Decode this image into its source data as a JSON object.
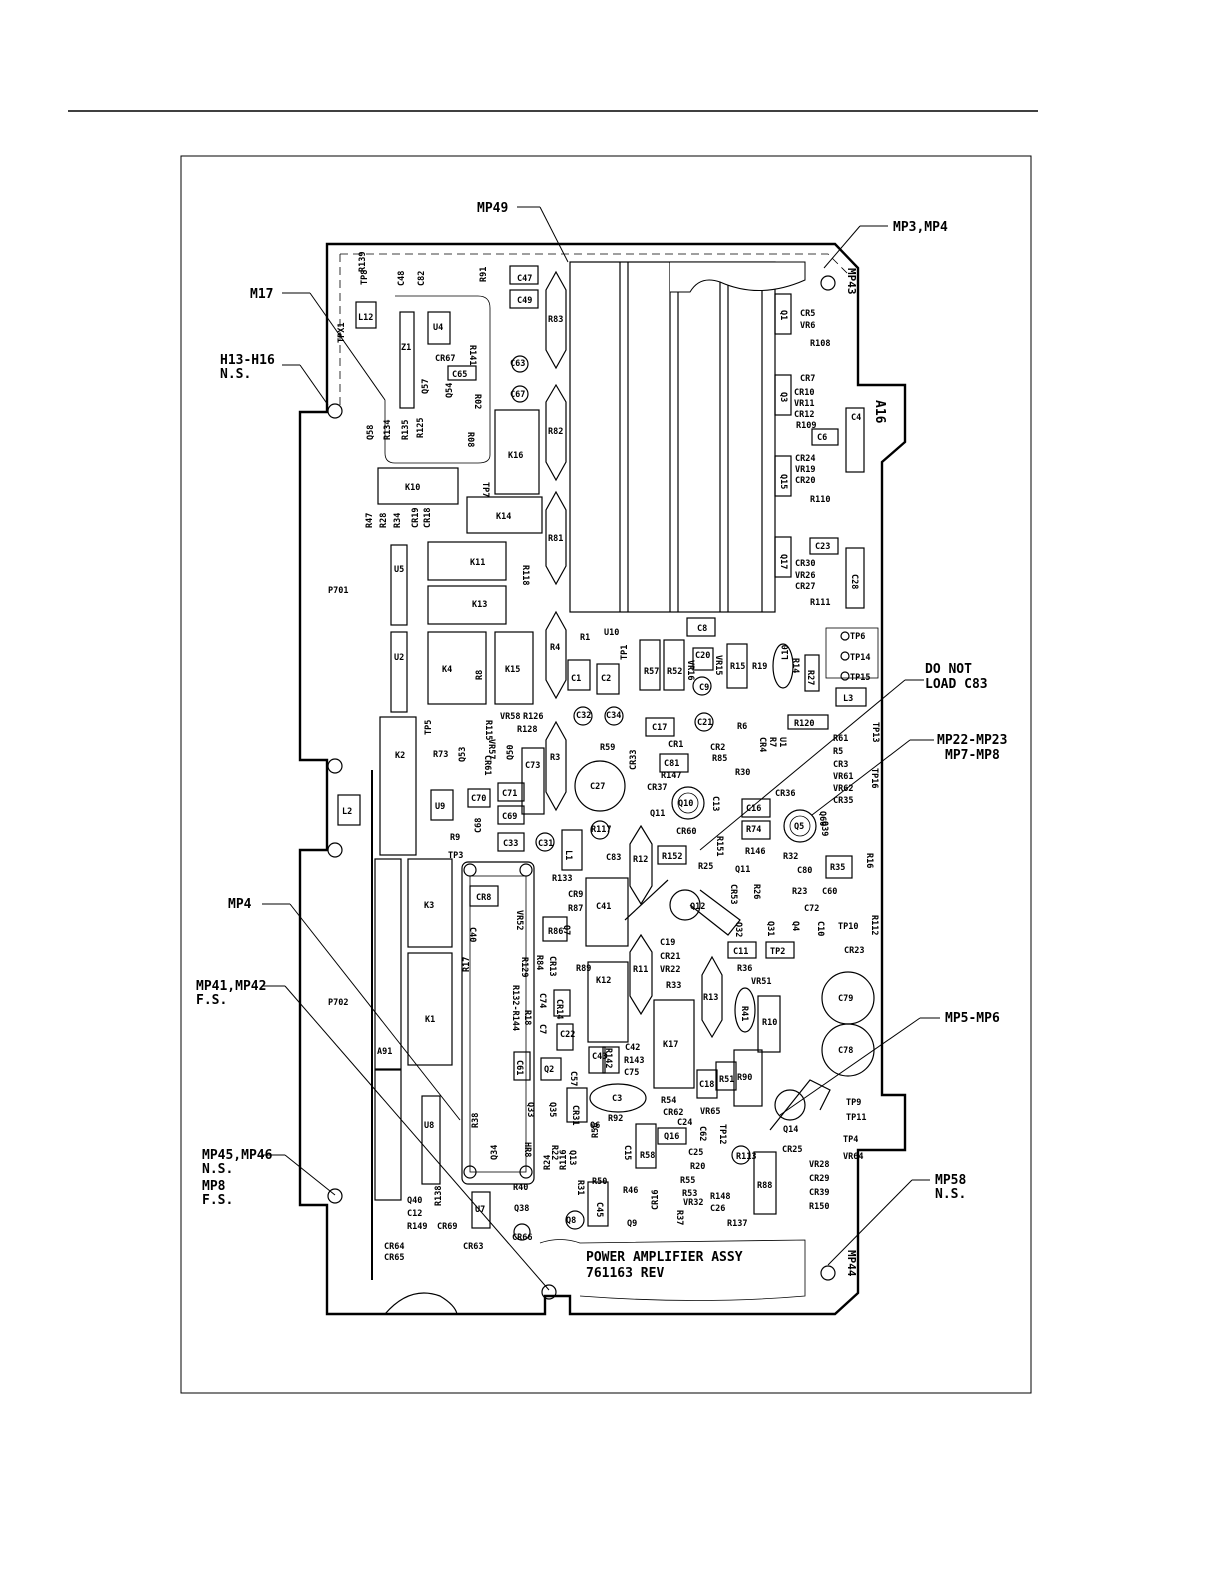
{
  "board": {
    "title_line1": "POWER AMPLIFIER ASSY",
    "title_line2": "761163 REV",
    "board_id": "A16"
  },
  "callouts": {
    "mp49": "MP49",
    "mp3_mp4": "MP3,MP4",
    "m17": "M17",
    "h13_h16": "H13-H16",
    "h13_h16_note": "N.S.",
    "do_not_load_1": "DO NOT",
    "do_not_load_2": "LOAD C83",
    "mp22_mp23": "MP22-MP23",
    "mp7_mp8": "MP7-MP8",
    "mp4": "MP4",
    "mp41_mp42": "MP41,MP42",
    "mp41_mp42_note": "F.S.",
    "mp5_mp6": "MP5-MP6",
    "mp45_mp46": "MP45,MP46",
    "mp45_mp46_note": "N.S.",
    "mp8": "MP8",
    "mp8_note": "F.S.",
    "mp58": "MP58",
    "mp58_note": "N.S."
  },
  "edge_labels": {
    "mp43": "MP43",
    "mp44": "MP44",
    "p701": "P701",
    "p702": "P702"
  },
  "blocks": {
    "k1": "K1",
    "k2": "K2",
    "k3": "K3",
    "k4": "K4",
    "k10": "K10",
    "k11": "K11",
    "k12": "K12",
    "k13": "K13",
    "k14": "K14",
    "k15": "K15",
    "k16": "K16",
    "k17": "K17",
    "u2": "U2",
    "u4": "U4",
    "u5": "U5",
    "u7": "U7",
    "u8": "U8",
    "u9": "U9",
    "z1": "Z1",
    "a91": "A91",
    "l1": "L1",
    "l2": "L2",
    "l3": "L3",
    "l12": "L12",
    "c27": "C27",
    "c79": "C79",
    "c78": "C78",
    "c3": "C3",
    "c41": "C41",
    "q10": "Q10",
    "q5": "Q5",
    "q12": "Q12",
    "q14": "Q14",
    "r83": "R83",
    "r82": "R82",
    "r81": "R81",
    "r4": "R4",
    "r3": "R3",
    "r12": "R12",
    "r11": "R11",
    "r13": "R13"
  },
  "refs": [
    {
      "t": "R139"
    },
    {
      "t": "TP8"
    },
    {
      "t": "C48"
    },
    {
      "t": "C82"
    },
    {
      "t": "R91"
    },
    {
      "t": "C47"
    },
    {
      "t": "C49"
    },
    {
      "t": "TPX1"
    },
    {
      "t": "R141"
    },
    {
      "t": "CR67"
    },
    {
      "t": "C65"
    },
    {
      "t": "C63"
    },
    {
      "t": "C67"
    },
    {
      "t": "Q57"
    },
    {
      "t": "Q54"
    },
    {
      "t": "R02"
    },
    {
      "t": "R134"
    },
    {
      "t": "R135"
    },
    {
      "t": "R125"
    },
    {
      "t": "R08"
    },
    {
      "t": "Q58"
    },
    {
      "t": "TP7"
    },
    {
      "t": "R47"
    },
    {
      "t": "R28"
    },
    {
      "t": "R34"
    },
    {
      "t": "CR19"
    },
    {
      "t": "CR18"
    },
    {
      "t": "R118"
    },
    {
      "t": "Q1"
    },
    {
      "t": "CR5"
    },
    {
      "t": "VR6"
    },
    {
      "t": "R108"
    },
    {
      "t": "CR7"
    },
    {
      "t": "Q3"
    },
    {
      "t": "CR10"
    },
    {
      "t": "VR11"
    },
    {
      "t": "CR12"
    },
    {
      "t": "R109"
    },
    {
      "t": "C6"
    },
    {
      "t": "C4"
    },
    {
      "t": "Q15"
    },
    {
      "t": "CR24"
    },
    {
      "t": "VR19"
    },
    {
      "t": "CR20"
    },
    {
      "t": "R110"
    },
    {
      "t": "Q17"
    },
    {
      "t": "C23"
    },
    {
      "t": "CR30"
    },
    {
      "t": "VR26"
    },
    {
      "t": "CR27"
    },
    {
      "t": "C28"
    },
    {
      "t": "R111"
    },
    {
      "t": "C8"
    },
    {
      "t": "R1"
    },
    {
      "t": "U10"
    },
    {
      "t": "C1"
    },
    {
      "t": "C2"
    },
    {
      "t": "TP1"
    },
    {
      "t": "R57"
    },
    {
      "t": "R52"
    },
    {
      "t": "VR16"
    },
    {
      "t": "C20"
    },
    {
      "t": "VR15"
    },
    {
      "t": "C9"
    },
    {
      "t": "R15"
    },
    {
      "t": "R19"
    },
    {
      "t": "L10"
    },
    {
      "t": "R14"
    },
    {
      "t": "R27"
    },
    {
      "t": "TP6"
    },
    {
      "t": "TP14"
    },
    {
      "t": "TP15"
    },
    {
      "t": "R8"
    },
    {
      "t": "VR58"
    },
    {
      "t": "R126"
    },
    {
      "t": "R128"
    },
    {
      "t": "C32"
    },
    {
      "t": "C34"
    },
    {
      "t": "C21"
    },
    {
      "t": "C17"
    },
    {
      "t": "R6"
    },
    {
      "t": "CR4"
    },
    {
      "t": "R7"
    },
    {
      "t": "U1"
    },
    {
      "t": "R120"
    },
    {
      "t": "TP13"
    },
    {
      "t": "R115"
    },
    {
      "t": "TP5"
    },
    {
      "t": "R73"
    },
    {
      "t": "VR57"
    },
    {
      "t": "CR61"
    },
    {
      "t": "Q53"
    },
    {
      "t": "Q50"
    },
    {
      "t": "C73"
    },
    {
      "t": "R59"
    },
    {
      "t": "CR1"
    },
    {
      "t": "CR2"
    },
    {
      "t": "R85"
    },
    {
      "t": "C81"
    },
    {
      "t": "CR33"
    },
    {
      "t": "R147"
    },
    {
      "t": "R30"
    },
    {
      "t": "R61"
    },
    {
      "t": "R5"
    },
    {
      "t": "CR3"
    },
    {
      "t": "VR61"
    },
    {
      "t": "VR62"
    },
    {
      "t": "CR35"
    },
    {
      "t": "TP16"
    },
    {
      "t": "C70"
    },
    {
      "t": "C71"
    },
    {
      "t": "C69"
    },
    {
      "t": "CR36"
    },
    {
      "t": "CR37"
    },
    {
      "t": "Q11"
    },
    {
      "t": "C13"
    },
    {
      "t": "C16"
    },
    {
      "t": "R74"
    },
    {
      "t": "Q60"
    },
    {
      "t": "Q39"
    },
    {
      "t": "C68"
    },
    {
      "t": "C33"
    },
    {
      "t": "C31"
    },
    {
      "t": "R117"
    },
    {
      "t": "R9"
    },
    {
      "t": "TP3"
    },
    {
      "t": "C83"
    },
    {
      "t": "R152"
    },
    {
      "t": "CR60"
    },
    {
      "t": "R151"
    },
    {
      "t": "R146"
    },
    {
      "t": "R32"
    },
    {
      "t": "C80"
    },
    {
      "t": "R35"
    },
    {
      "t": "R16"
    },
    {
      "t": "R133"
    },
    {
      "t": "R25"
    },
    {
      "t": "Q11"
    },
    {
      "t": "CR53"
    },
    {
      "t": "R26"
    },
    {
      "t": "R23"
    },
    {
      "t": "C60"
    },
    {
      "t": "CR8"
    },
    {
      "t": "CR9"
    },
    {
      "t": "R87"
    },
    {
      "t": "C72"
    },
    {
      "t": "VR52"
    },
    {
      "t": "C40"
    },
    {
      "t": "R86"
    },
    {
      "t": "Q7"
    },
    {
      "t": "Q32"
    },
    {
      "t": "Q31"
    },
    {
      "t": "Q4"
    },
    {
      "t": "C10"
    },
    {
      "t": "TP10"
    },
    {
      "t": "R112"
    },
    {
      "t": "C19"
    },
    {
      "t": "C11"
    },
    {
      "t": "TP2"
    },
    {
      "t": "CR23"
    },
    {
      "t": "CR21"
    },
    {
      "t": "VR22"
    },
    {
      "t": "R33"
    },
    {
      "t": "R36"
    },
    {
      "t": "VR51"
    },
    {
      "t": "R17"
    },
    {
      "t": "R129"
    },
    {
      "t": "R84"
    },
    {
      "t": "CR13"
    },
    {
      "t": "R132-R144"
    },
    {
      "t": "R89"
    },
    {
      "t": "C74"
    },
    {
      "t": "CR14"
    },
    {
      "t": "R18"
    },
    {
      "t": "C7"
    },
    {
      "t": "C22"
    },
    {
      "t": "R41"
    },
    {
      "t": "R10"
    },
    {
      "t": "C42"
    },
    {
      "t": "C43"
    },
    {
      "t": "R142"
    },
    {
      "t": "R143"
    },
    {
      "t": "C75"
    },
    {
      "t": "C61"
    },
    {
      "t": "Q2"
    },
    {
      "t": "C57"
    },
    {
      "t": "C18"
    },
    {
      "t": "R51"
    },
    {
      "t": "R90"
    },
    {
      "t": "Q33"
    },
    {
      "t": "Q35"
    },
    {
      "t": "CR31"
    },
    {
      "t": "R54"
    },
    {
      "t": "CR62"
    },
    {
      "t": "R92"
    },
    {
      "t": "VR65"
    },
    {
      "t": "Q6"
    },
    {
      "t": "R56"
    },
    {
      "t": "C24"
    },
    {
      "t": "Q16"
    },
    {
      "t": "C62"
    },
    {
      "t": "TP12"
    },
    {
      "t": "TP9"
    },
    {
      "t": "TP11"
    },
    {
      "t": "TP4"
    },
    {
      "t": "VR64"
    },
    {
      "t": "R38"
    },
    {
      "t": "HR8"
    },
    {
      "t": "Q34"
    },
    {
      "t": "R22"
    },
    {
      "t": "Q13"
    },
    {
      "t": "C15"
    },
    {
      "t": "R58"
    },
    {
      "t": "C25"
    },
    {
      "t": "R113"
    },
    {
      "t": "CR25"
    },
    {
      "t": "VR28"
    },
    {
      "t": "CR29"
    },
    {
      "t": "CR39"
    },
    {
      "t": "R150"
    },
    {
      "t": "R20"
    },
    {
      "t": "R24"
    },
    {
      "t": "R116"
    },
    {
      "t": "R31"
    },
    {
      "t": "R50"
    },
    {
      "t": "R55"
    },
    {
      "t": "R88"
    },
    {
      "t": "R40"
    },
    {
      "t": "R46"
    },
    {
      "t": "R53"
    },
    {
      "t": "R148"
    },
    {
      "t": "Q40"
    },
    {
      "t": "R138"
    },
    {
      "t": "C12"
    },
    {
      "t": "Q38"
    },
    {
      "t": "C45"
    },
    {
      "t": "Q8"
    },
    {
      "t": "Q9"
    },
    {
      "t": "CR16"
    },
    {
      "t": "R37"
    },
    {
      "t": "VR32"
    },
    {
      "t": "C26"
    },
    {
      "t": "R137"
    },
    {
      "t": "R149"
    },
    {
      "t": "CR69"
    },
    {
      "t": "CR66"
    },
    {
      "t": "CR64"
    },
    {
      "t": "CR65"
    },
    {
      "t": "CR63"
    }
  ]
}
